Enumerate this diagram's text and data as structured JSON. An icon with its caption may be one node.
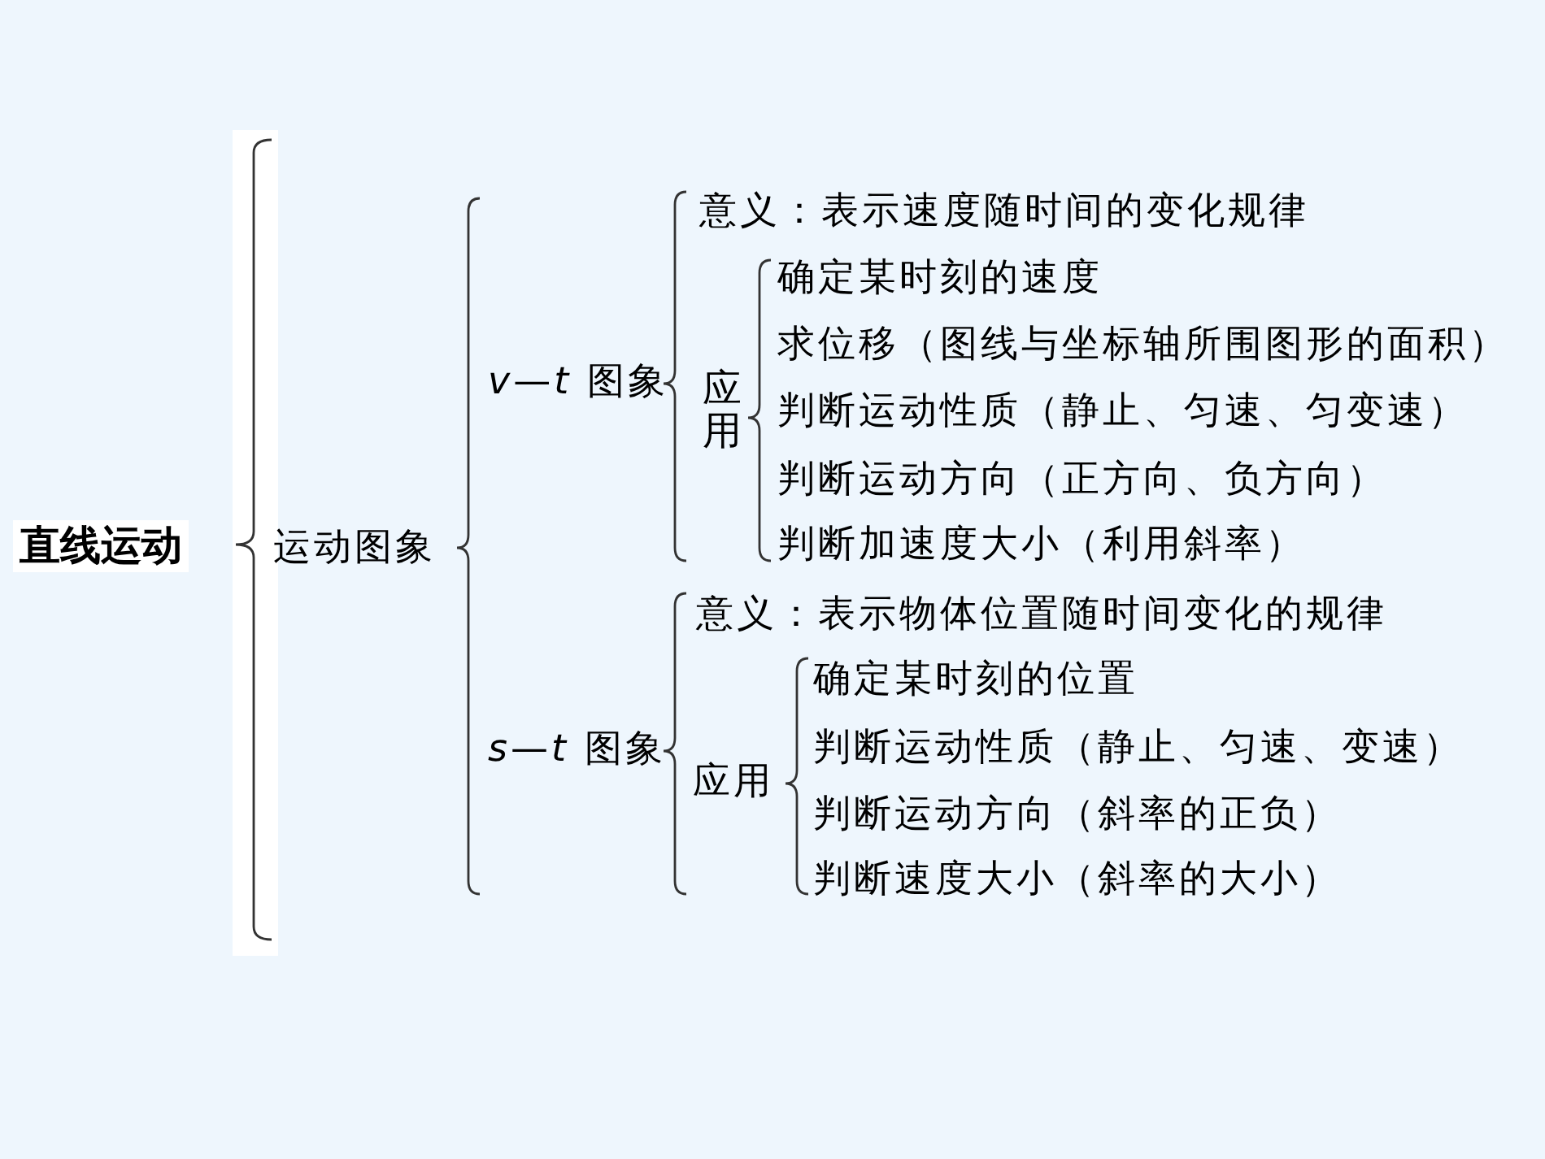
{
  "diagram": {
    "labels": [
      "直线运动",
      "运动图象",
      "*v*—*t* 图象",
      "意义：表示速度随时间的变化规律",
      "应用",
      "确定某时刻的速度",
      "求位移（图线与坐标轴所围图形的面积）",
      "判断运动性质（静止、匀速、匀变速）",
      "判断运动方向（正方向、负方向）",
      "判断加速度大小（利用斜率）",
      "*s*—*t* 图象",
      "意义：表示物体位置随时间变化的规律",
      "应用",
      "确定某时刻的位置",
      "判断运动性质（静止、匀速、变速）",
      "判断运动方向（斜率的正负）",
      "判断速度大小（斜率的大小）"
    ]
  }
}
